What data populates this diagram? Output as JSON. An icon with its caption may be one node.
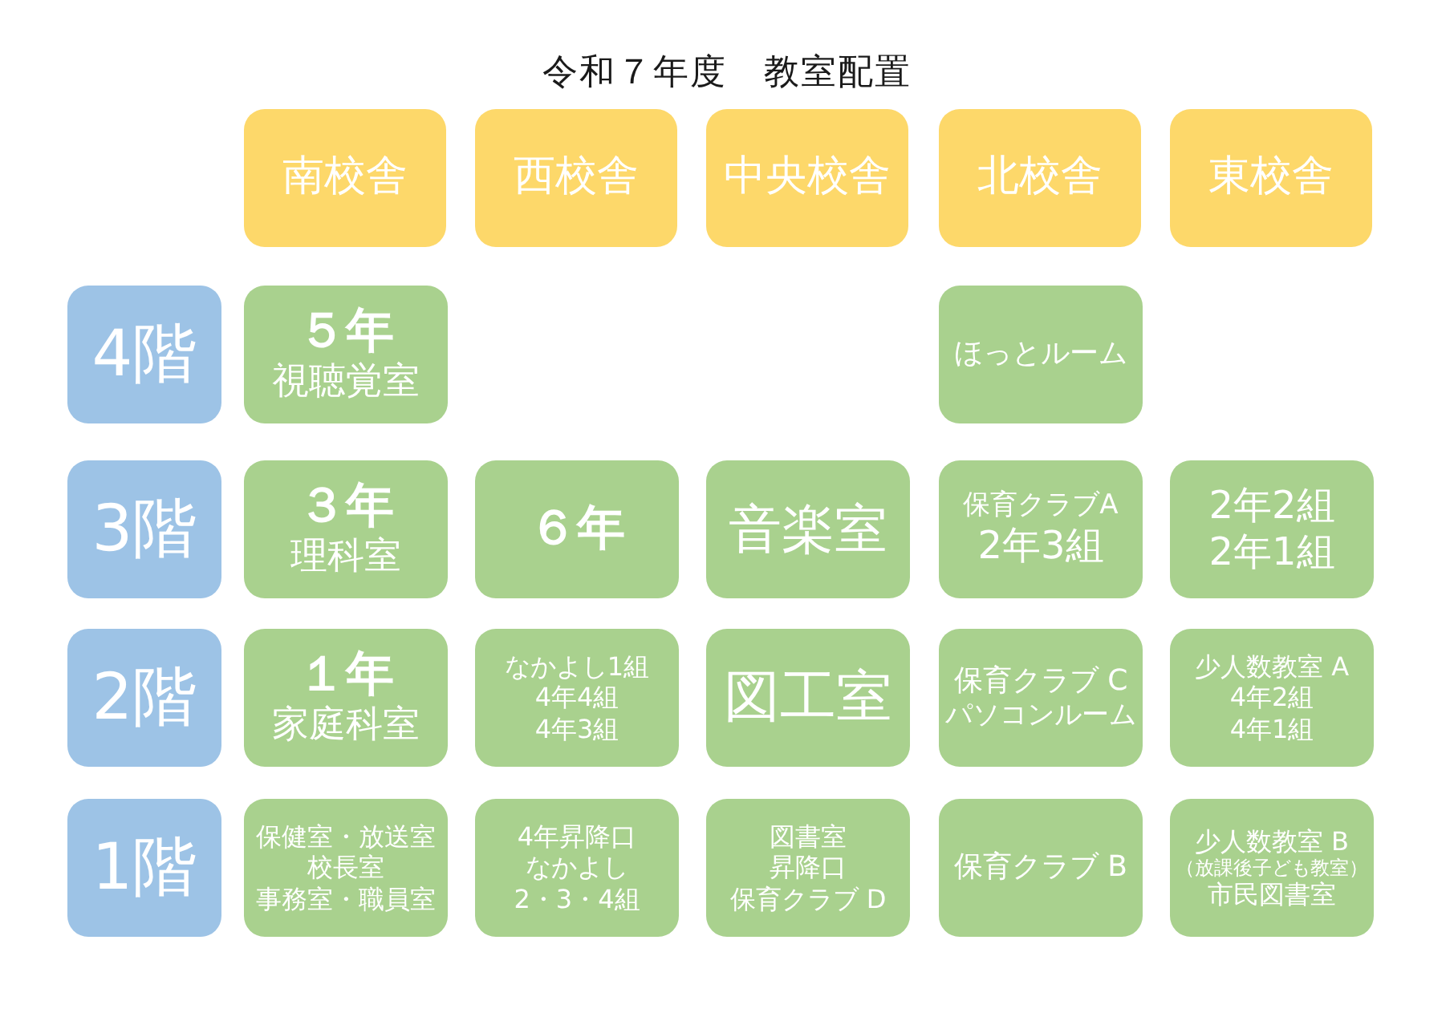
{
  "diagram": {
    "title": "令和７年度　教室配置",
    "nodes": [
      {
        "text": [
          "南校舎"
        ]
      },
      {
        "text": [
          "西校舎"
        ]
      },
      {
        "text": [
          "中央校舎"
        ]
      },
      {
        "text": [
          "北校舎"
        ]
      },
      {
        "text": [
          "東校舎"
        ]
      },
      {
        "text": [
          "4階"
        ]
      },
      {
        "text": [
          "５年",
          "視聴覚室"
        ]
      },
      {
        "text": [
          "ほっとルーム"
        ]
      },
      {
        "text": [
          "3階"
        ]
      },
      {
        "text": [
          "３年",
          "理科室"
        ]
      },
      {
        "text": [
          "６年"
        ]
      },
      {
        "text": [
          "音楽室"
        ]
      },
      {
        "text": [
          "保育クラブA",
          "2年3組"
        ]
      },
      {
        "text": [
          "2年2組",
          "2年1組"
        ]
      },
      {
        "text": [
          "2階"
        ]
      },
      {
        "text": [
          "１年",
          "家庭科室"
        ]
      },
      {
        "text": [
          "なかよし1組",
          "4年4組",
          "4年3組"
        ]
      },
      {
        "text": [
          "図工室"
        ]
      },
      {
        "text": [
          "保育クラブ C",
          "パソコンルーム"
        ]
      },
      {
        "text": [
          "少人数教室 A",
          "4年2組",
          "4年1組"
        ]
      },
      {
        "text": [
          "1階"
        ]
      },
      {
        "text": [
          "保健室・放送室",
          "校長室",
          "事務室・職員室"
        ]
      },
      {
        "text": [
          "4年昇降口",
          "なかよし",
          "2・3・4組"
        ]
      },
      {
        "text": [
          "図書室",
          "昇降口",
          "保育クラブ D"
        ]
      },
      {
        "text": [
          "保育クラブ B"
        ]
      },
      {
        "text": [
          "少人数教室 B",
          "（放課後子ども教室）",
          "市民図書室"
        ]
      }
    ]
  }
}
